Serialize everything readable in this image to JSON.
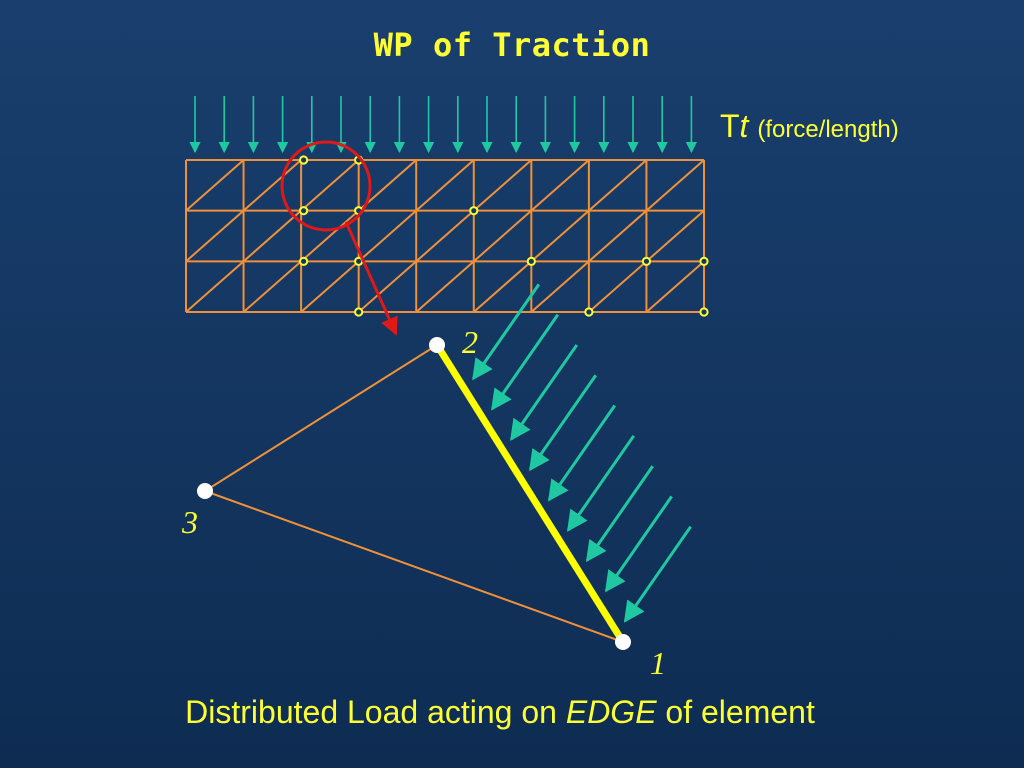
{
  "title": "WP of Traction",
  "traction": {
    "symbol": "T",
    "subscript": "t",
    "unit": "(force/length)"
  },
  "nodes": {
    "n1": "1",
    "n2": "2",
    "n3": "3"
  },
  "caption": {
    "before": "Distributed Load acting on ",
    "emphasis": "EDGE",
    "after": " of element"
  },
  "colors": {
    "background": "#143762",
    "text": "#ffff33",
    "mesh": "#f0913a",
    "arrow": "#1fc8a0",
    "highlight": "#e01818",
    "edge": "#ffff00",
    "node": "#ffffff"
  }
}
